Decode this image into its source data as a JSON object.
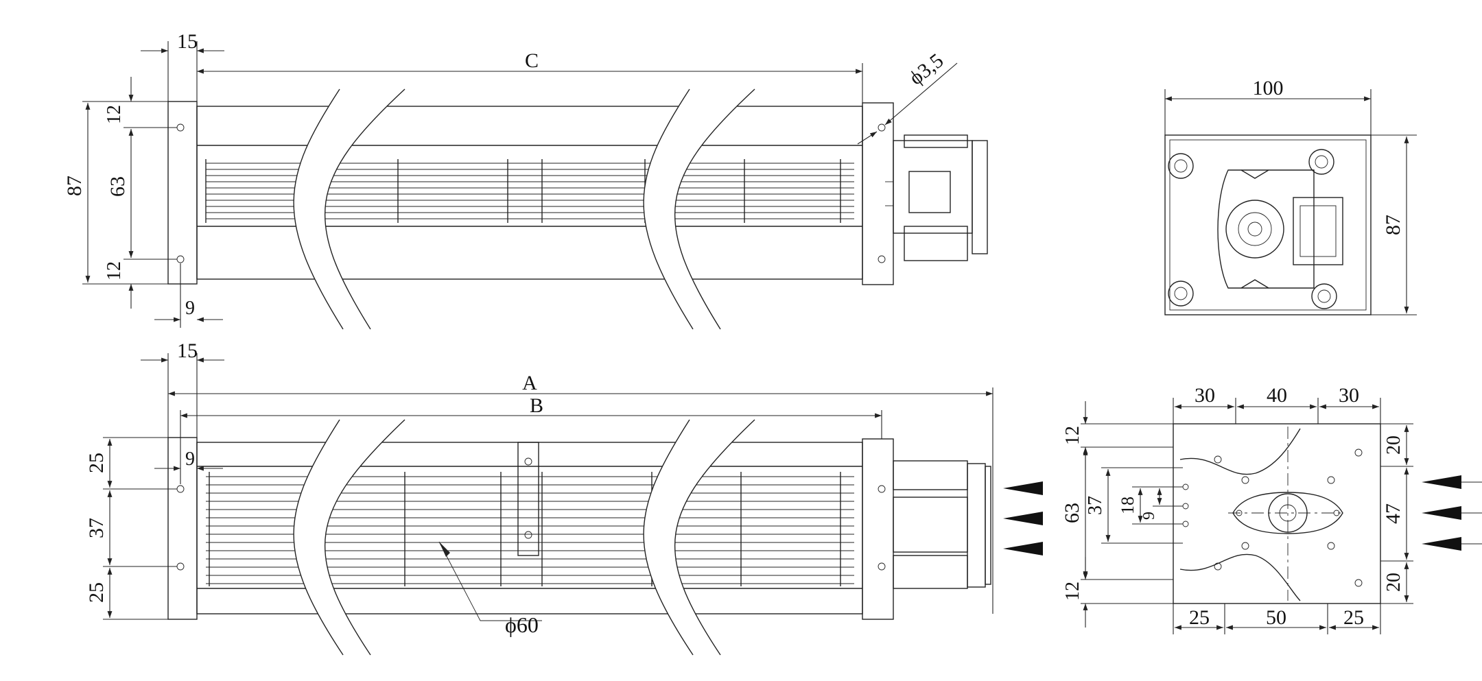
{
  "colors": {
    "line": "#222222",
    "background": "#ffffff"
  },
  "top_view": {
    "dim_flange": "15",
    "dim_length": "C",
    "dim_hole": "ϕ3,5",
    "dim_height": "87",
    "dim_hole_spacing": "63",
    "dim_top_offset": "12",
    "dim_bottom_offset": "12",
    "dim_hole_inset": "9"
  },
  "bottom_view": {
    "dim_flange": "15",
    "dim_overall": "A",
    "dim_inner": "B",
    "dim_hole_inset": "9",
    "dim_top_offset": "25",
    "dim_hole_spacing": "37",
    "dim_bottom_offset": "25",
    "dim_wheel_diameter": "ϕ60"
  },
  "end_view_top": {
    "dim_width": "100",
    "dim_height": "87"
  },
  "end_view_bottom": {
    "dim_left": "30",
    "dim_mid": "40",
    "dim_right": "30",
    "dim_top_offset": "12",
    "dim_slot_height": "63",
    "dim_bottom_offset": "12",
    "dim_hole_group": "37",
    "dim_hole_pair": "18",
    "dim_hole_pitch": "9",
    "dim_right_top": "20",
    "dim_right_mid": "47",
    "dim_right_bottom": "20",
    "dim_bottom_left": "25",
    "dim_bottom_mid": "50",
    "dim_bottom_right": "25"
  }
}
